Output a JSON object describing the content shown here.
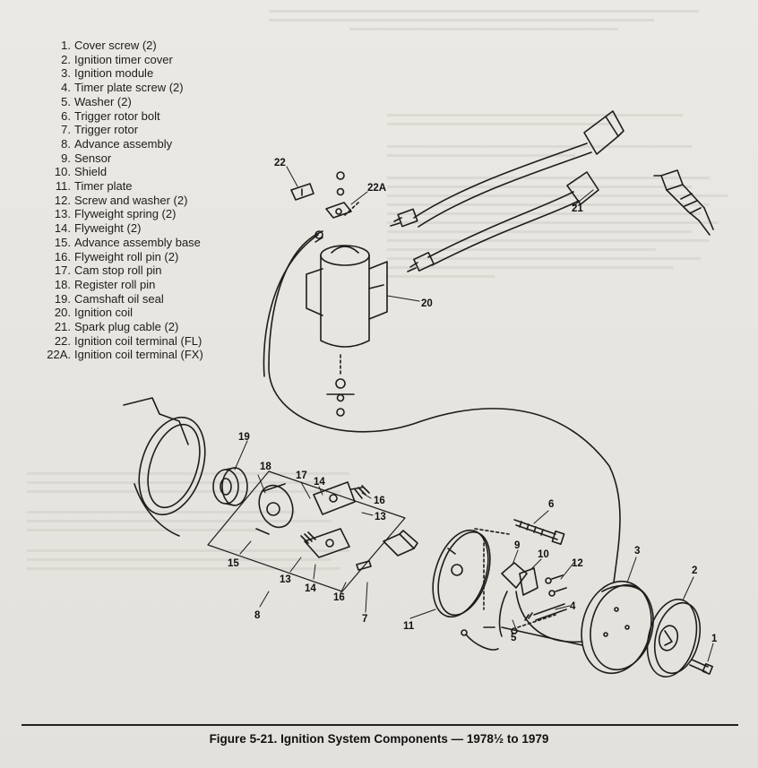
{
  "legend": [
    {
      "num": "1.",
      "label": "Cover screw (2)"
    },
    {
      "num": "2.",
      "label": "Ignition timer cover"
    },
    {
      "num": "3.",
      "label": "Ignition module"
    },
    {
      "num": "4.",
      "label": "Timer plate screw (2)"
    },
    {
      "num": "5.",
      "label": "Washer (2)"
    },
    {
      "num": "6.",
      "label": "Trigger rotor bolt"
    },
    {
      "num": "7.",
      "label": "Trigger rotor"
    },
    {
      "num": "8.",
      "label": "Advance assembly"
    },
    {
      "num": "9.",
      "label": "Sensor"
    },
    {
      "num": "10.",
      "label": "Shield"
    },
    {
      "num": "11.",
      "label": "Timer plate"
    },
    {
      "num": "12.",
      "label": "Screw and washer (2)"
    },
    {
      "num": "13.",
      "label": "Flyweight spring (2)"
    },
    {
      "num": "14.",
      "label": "Flyweight (2)"
    },
    {
      "num": "15.",
      "label": "Advance assembly base"
    },
    {
      "num": "16.",
      "label": "Flyweight roll pin (2)"
    },
    {
      "num": "17.",
      "label": "Cam stop roll pin"
    },
    {
      "num": "18.",
      "label": "Register roll pin"
    },
    {
      "num": "19.",
      "label": "Camshaft oil seal"
    },
    {
      "num": "20.",
      "label": "Ignition coil"
    },
    {
      "num": "21.",
      "label": "Spark plug cable (2)"
    },
    {
      "num": "22.",
      "label": "Ignition coil terminal (FL)"
    },
    {
      "num": "22A.",
      "label": "Ignition coil terminal (FX)"
    }
  ],
  "part_labels": {
    "p1": "1",
    "p2": "2",
    "p3": "3",
    "p4": "4",
    "p5": "5",
    "p6": "6",
    "p7": "7",
    "p8": "8",
    "p9": "9",
    "p10": "10",
    "p11": "11",
    "p12": "12",
    "p13a": "13",
    "p13b": "13",
    "p14a": "14",
    "p14b": "14",
    "p15": "15",
    "p16a": "16",
    "p16b": "16",
    "p17": "17",
    "p18": "18",
    "p19": "19",
    "p20": "20",
    "p21": "21",
    "p22": "22",
    "p22a": "22A"
  },
  "caption": "Figure 5-21. Ignition System Components — 1978½ to 1979",
  "colors": {
    "ink": "#1d1d1d",
    "paper": "#e9e7e2",
    "ghost": "#9b9893"
  }
}
